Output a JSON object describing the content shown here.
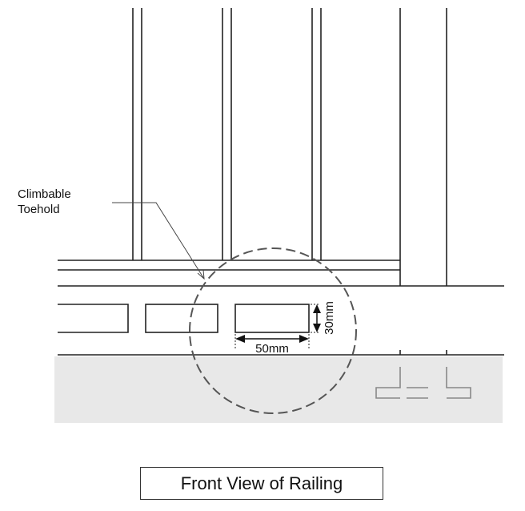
{
  "callout": {
    "line1": "Climbable",
    "line2": "Toehold"
  },
  "dimensions": {
    "width": "50mm",
    "height": "30mm"
  },
  "caption": "Front View of Railing",
  "colors": {
    "ground": "#e8e8e8",
    "line": "#222222",
    "circle": "#555555"
  }
}
